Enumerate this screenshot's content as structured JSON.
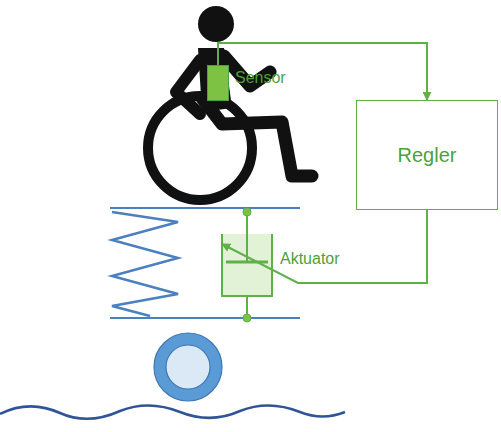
{
  "diagram": {
    "nodes": [
      {
        "text": [
          "Sensor"
        ]
      },
      {
        "text": [
          "Regler"
        ]
      },
      {
        "text": [
          "Aktuator"
        ]
      }
    ],
    "edges": [
      {
        "from": 0,
        "to": 1,
        "arrow": "to"
      },
      {
        "from": 1,
        "to": 2,
        "arrow": "to"
      }
    ]
  }
}
